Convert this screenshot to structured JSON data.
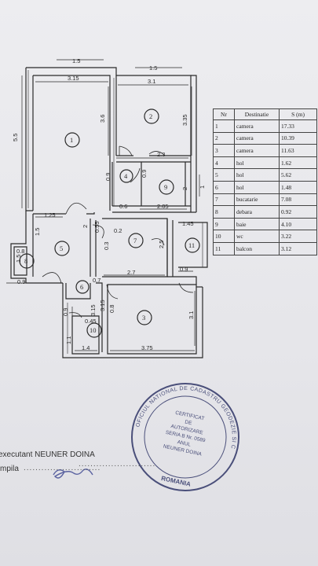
{
  "plan": {
    "dimensions": {
      "top_left_ext": "1.5",
      "top_right_ext": "1.5",
      "room1_width": "3.15",
      "room2_width": "3.1",
      "room1_height": "5.5",
      "room1_height2": "3.6",
      "room2_height": "3.35",
      "hall_width": "2.3",
      "room9_width": "2.05",
      "dim_0_6": "0.6",
      "dim_0_9_a": "0.9",
      "dim_0_9_b": "0.9",
      "dim_2": "2",
      "dim_1": "1",
      "dim_1_25": "1.25",
      "dim_1_5": "1.5",
      "dim_2_v": "2",
      "dim_0_55": "0.55",
      "dim_0_2": "0.2",
      "dim_0_3": "0.3",
      "dim_2_5": "2.5",
      "dim_1_45": "1.45",
      "dim_0_9_c": "0.9",
      "dim_2_7": "2.7",
      "dim_0_8_left": "0.8",
      "dim_1_5_left": "1.5",
      "dim_0_9_left": "0.9",
      "dim_0_7": "0.7",
      "dim_0_9_d": "0.9",
      "dim_3_15": "3.15",
      "dim_0_8_b": "0.8",
      "dim_3_1": "3.1",
      "dim_0_45": "0.45",
      "dim_1_1": "1.1",
      "dim_1_4": "1.4",
      "dim_3_75": "3.75"
    },
    "rooms": {
      "r1": "1",
      "r2": "2",
      "r3": "3",
      "r4": "4",
      "r5": "5",
      "r6": "6",
      "r7": "7",
      "r8": "8",
      "r9": "9",
      "r10": "10",
      "r11": "11"
    }
  },
  "legend": {
    "headers": [
      "Nr",
      "Destinatie",
      "S (m)"
    ],
    "rows": [
      {
        "nr": "1",
        "dest": "camera",
        "area": "17.33"
      },
      {
        "nr": "2",
        "dest": "camera",
        "area": "10.39"
      },
      {
        "nr": "3",
        "dest": "camera",
        "area": "11.63"
      },
      {
        "nr": "4",
        "dest": "hol",
        "area": "1.62"
      },
      {
        "nr": "5",
        "dest": "hol",
        "area": "5.62"
      },
      {
        "nr": "6",
        "dest": "hol",
        "area": "1.48"
      },
      {
        "nr": "7",
        "dest": "bucatarie",
        "area": "7.08"
      },
      {
        "nr": "8",
        "dest": "debara",
        "area": "0.92"
      },
      {
        "nr": "9",
        "dest": "baie",
        "area": "4.10"
      },
      {
        "nr": "10",
        "dest": "wc",
        "area": "3.22"
      },
      {
        "nr": "11",
        "dest": "balcon",
        "area": "3.12"
      }
    ]
  },
  "footer": {
    "executant": "executant NEUNER DOINA",
    "signature_label": "mpila",
    "dots": "..........................",
    "dots2": ".........................."
  },
  "stamp": {
    "ring_text": "OFICIUL NATIONAL DE CADASTRU GEODEZIE SI CARTOGRAFIE",
    "line1": "CERTIFICAT",
    "line2": "DE",
    "line3": "AUTORIZARE",
    "line4": "SERIA B Nr. 0589",
    "line5": "ANUL",
    "line6": "NEUNER DOINA",
    "bottom": "ROMANIA"
  },
  "colors": {
    "ink": "#2a2a2a",
    "stamp": "#4a4f7a",
    "signature": "#5a62a0"
  }
}
